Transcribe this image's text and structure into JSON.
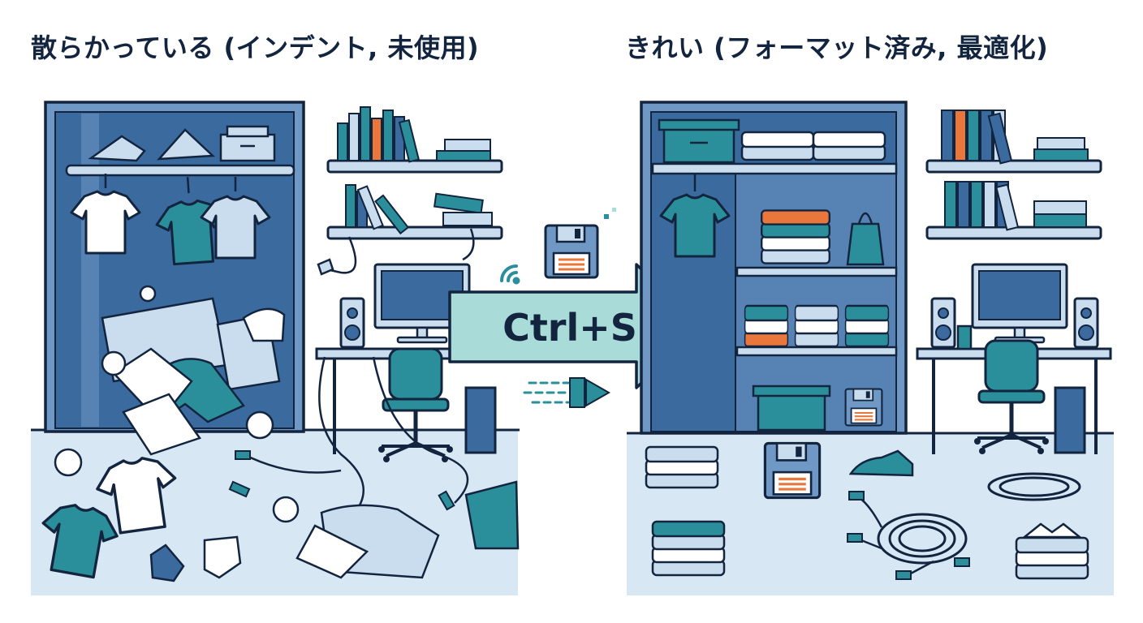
{
  "panels": {
    "left": {
      "title": "散らかっている (インデント, 未使用)"
    },
    "right": {
      "title": "きれい (フォーマット済み, 最適化)"
    }
  },
  "transition": {
    "shortcut_label": "Ctrl+S"
  },
  "icons": {
    "save": "floppy-disk-icon",
    "wifi": "signal-icon",
    "motion": "speed-lines-icon"
  },
  "colors": {
    "navy": "#13243f",
    "blue_dark": "#3a6a9e",
    "blue_mid": "#6f98c4",
    "blue_light": "#c9ddef",
    "teal": "#2a8f9a",
    "orange": "#e9773c",
    "arrow_fill": "#a9dcd9"
  }
}
